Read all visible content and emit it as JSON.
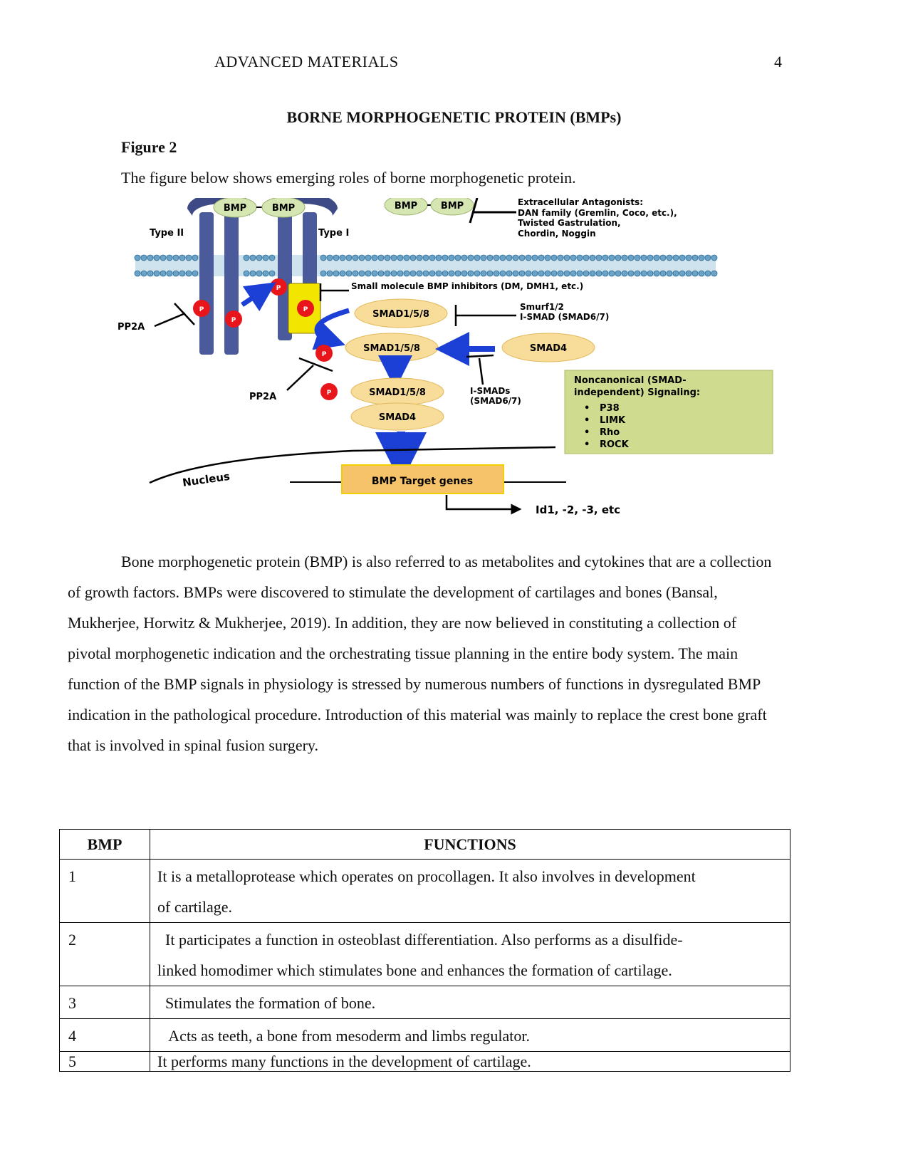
{
  "header": {
    "running_head": "ADVANCED MATERIALS",
    "page_number": "4"
  },
  "title": "BORNE MORPHOGENETIC PROTEIN (BMPs)",
  "figure": {
    "label": "Figure 2",
    "caption": "The figure below shows emerging roles of borne morphogenetic protein.",
    "diagram": {
      "bmp": "BMP",
      "type2": "Type II",
      "type1": "Type I",
      "p": "P",
      "antagonists": [
        "Extracellular Antagonists:",
        "DAN family (Gremlin, Coco, etc.),",
        "Twisted Gastrulation,",
        "Chordin, Noggin"
      ],
      "small_molecule": "Small molecule BMP inhibitors (DM, DMH1, etc.)",
      "smurf": [
        "Smurf1/2",
        "I-SMAD (SMAD6/7)"
      ],
      "pp2a": "PP2A",
      "smad158": "SMAD1/5/8",
      "smad4": "SMAD4",
      "ismads": [
        "I-SMADs",
        "(SMAD6/7)"
      ],
      "noncanonical_title": [
        "Noncanonical (SMAD-",
        "independent) Signaling:"
      ],
      "noncanonical_items": [
        "P38",
        "LIMK",
        "Rho",
        "ROCK"
      ],
      "nucleus": "Nucleus",
      "target_genes": "BMP Target genes",
      "id_genes": "Id1, -2, -3, etc",
      "colors": {
        "receptor": "#4a5a9a",
        "smad": "#f7dc9a",
        "phospho": "#e8151b",
        "arrow": "#1c3fd6",
        "noncanonical_bg": "#cfdc8f",
        "target_box": "#f6c36a"
      }
    }
  },
  "body_paragraph": [
    "Bone morphogenetic protein (BMP) is also referred to as metabolites and cytokines that are",
    "a collection of growth factors. BMPs were discovered to stimulate the development of cartilages",
    "and bones (Bansal, Mukherjee, Horwitz  & Mukherjee, 2019). In addition, they are now believed in",
    "constituting a collection of pivotal morphogenetic indication and the orchestrating tissue planning",
    "in the entire body system. The main function of the BMP signals in physiology is stressed by",
    "numerous numbers of functions in dysregulated BMP indication in the pathological procedure.",
    "Introduction of this material was mainly to replace the crest bone graft that is involved in spinal",
    "fusion surgery."
  ],
  "table": {
    "headers": [
      "BMP",
      "FUNCTIONS"
    ],
    "rows": [
      {
        "bmp": "1",
        "function": [
          "It is a metalloprotease which operates on procollagen. It also involves in development",
          "of cartilage."
        ]
      },
      {
        "bmp": "2",
        "function": [
          "  It participates a function in osteoblast differentiation. Also performs as a disulfide-",
          "linked homodimer which stimulates bone and enhances the formation of cartilage."
        ]
      },
      {
        "bmp": "3",
        "function": [
          "  Stimulates the formation of bone."
        ]
      },
      {
        "bmp": "4",
        "function": [
          "   Acts as teeth, a bone from mesoderm and limbs regulator."
        ]
      },
      {
        "bmp": "5",
        "function": [
          "It performs many functions in the development of cartilage."
        ]
      }
    ]
  }
}
